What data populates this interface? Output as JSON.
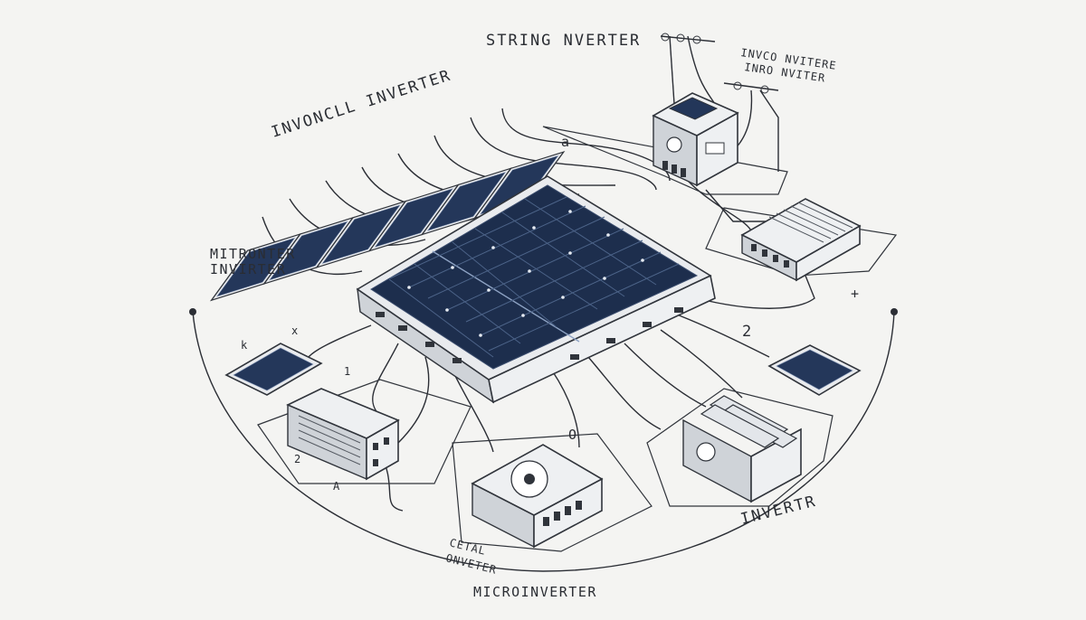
{
  "labels": {
    "string_inverter": "STRING NVERTER",
    "multi_inverter_top": "INVONCLL INVERTER",
    "micro_line1": "MITRONTER",
    "micro_line2": "INVIRTER",
    "micro_inverter_1": "INVCO NVITERE",
    "micro_inverter_2": "INRO NVITER",
    "microinverter_bottom": "MICROINVERTER",
    "inverter_right": "INVERTR",
    "central_line1": "CETAL",
    "central_line2": "ONVETER"
  },
  "markers": {
    "a": "a",
    "two_left": "2",
    "two_right": "2",
    "one": "1",
    "zero": "O",
    "lambda_a": "A",
    "k": "k",
    "x": "x",
    "plus": "+"
  },
  "colors": {
    "background": "#f4f4f2",
    "panel_cell": "#1f3150",
    "line": "#2b2e35"
  }
}
